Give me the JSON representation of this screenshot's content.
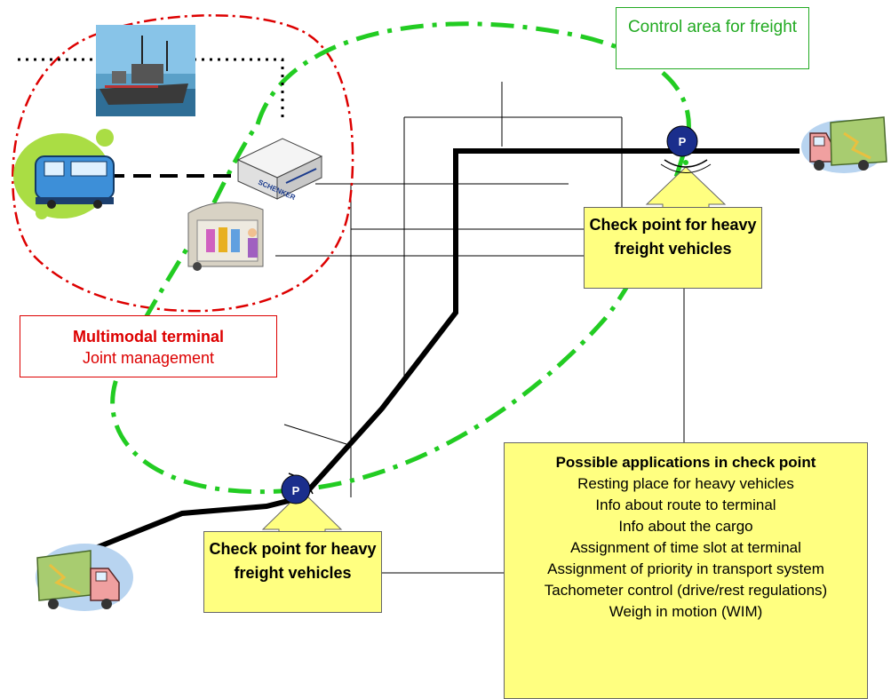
{
  "labels": {
    "control_area": "Control area for freight",
    "terminal_title": "Multimodal terminal",
    "terminal_sub": "Joint management",
    "checkpoint_top": "Check point for heavy freight vehicles",
    "checkpoint_bottom": "Check point for heavy freight vehicles",
    "parking_symbol": "P",
    "schenker_logo": "SCHENKER"
  },
  "applications": {
    "title": "Possible applications in check point",
    "items": [
      "Resting place for heavy vehicles",
      "Info about route to terminal",
      "Info about the cargo",
      "Assignment of time slot at terminal",
      "Assignment of priority in transport system",
      "Tachometer control (drive/rest regulations)",
      "Weigh in motion  (WIM)"
    ]
  },
  "colors": {
    "control_area": "#22aa22",
    "terminal": "#dd0000",
    "callout_fill": "#ffff80",
    "road": "#000000",
    "parking": "#1a2e8c"
  },
  "icons": [
    "ship-icon",
    "train-icon",
    "schenker-box-icon",
    "warehouse-icon",
    "truck-icon"
  ]
}
